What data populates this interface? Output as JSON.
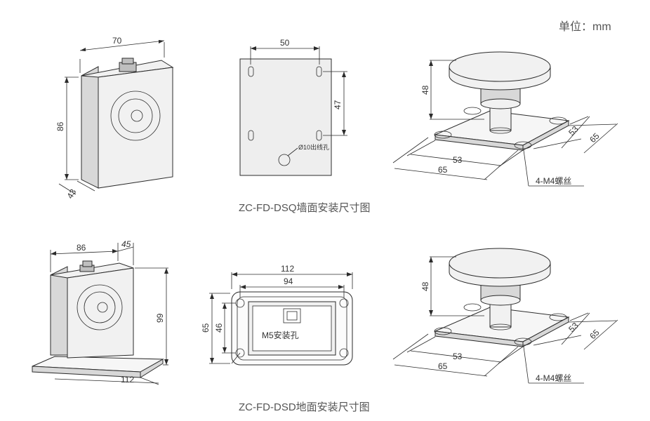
{
  "unit_label": "单位：mm",
  "wall_mount": {
    "caption": "ZC-FD-DSQ墙面安装尺寸图",
    "body_width": "70",
    "body_height": "86",
    "body_depth": "43",
    "plate_hole_spacing_h": "50",
    "plate_hole_spacing_v": "47",
    "wire_hole": "Ø10出线孔",
    "iso_height": "48",
    "iso_dim_a": "53",
    "iso_dim_b": "65",
    "iso_dim_c": "53",
    "iso_dim_d": "65",
    "screws": "4-M4螺丝"
  },
  "floor_mount": {
    "caption": "ZC-FD-DSD地面安装尺寸图",
    "body_width": "86",
    "body_depth": "45",
    "body_height": "99",
    "base_width": "112",
    "top_width_outer": "112",
    "top_width_inner": "94",
    "top_height_outer": "65",
    "top_height_inner": "46",
    "mount_hole": "M5安装孔",
    "iso_height": "48",
    "iso_dim_a": "53",
    "iso_dim_b": "65",
    "iso_dim_c": "53",
    "iso_dim_d": "65",
    "screws": "4-M4螺丝"
  }
}
